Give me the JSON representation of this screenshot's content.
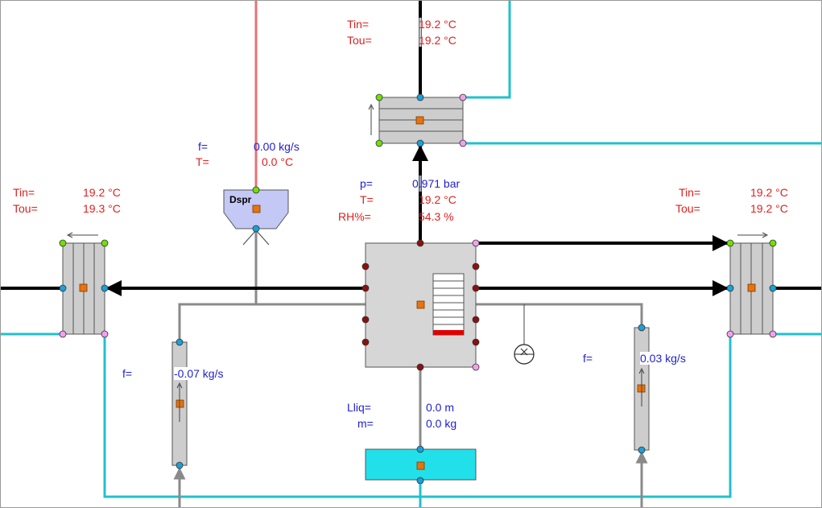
{
  "top_hx": {
    "tin_label": "Tin=",
    "tin_value": "19.2 °C",
    "tout_label": "Tou=",
    "tout_value": "19.2 °C"
  },
  "left_hx": {
    "tin_label": "Tin=",
    "tin_value": "19.2 °C",
    "tout_label": "Tou=",
    "tout_value": "19.3 °C"
  },
  "right_hx": {
    "tin_label": "Tin=",
    "tin_value": "19.2 °C",
    "tout_label": "Tou=",
    "tout_value": "19.2 °C"
  },
  "disperser": {
    "name": "Dspr",
    "f_label": "f=",
    "f_value": "0.00 kg/s",
    "t_label": "T=",
    "t_value": "0.0 °C"
  },
  "vessel": {
    "p_label": "p=",
    "p_value": "0.971 bar",
    "t_label": "T=",
    "t_value": "19.2 °C",
    "rh_label": "RH%=",
    "rh_value": "54.3 %"
  },
  "left_flow": {
    "f_label": "f=",
    "f_value": "-0.07 kg/s"
  },
  "right_flow": {
    "f_label": "f=",
    "f_value": "0.03 kg/s"
  },
  "sump": {
    "lliq_label": "Lliq=",
    "lliq_value": "0.0 m",
    "m_label": "m=",
    "m_value": "0.0 kg"
  },
  "colors": {
    "hot_pipe": "#e57373",
    "cold_pipe": "#22c0cc",
    "main_pipe": "#000000",
    "grey_pipe": "#8a8a8a",
    "label_red": "#e0201e",
    "label_blue": "#1f1fd0",
    "level_fill": "#e00000"
  }
}
